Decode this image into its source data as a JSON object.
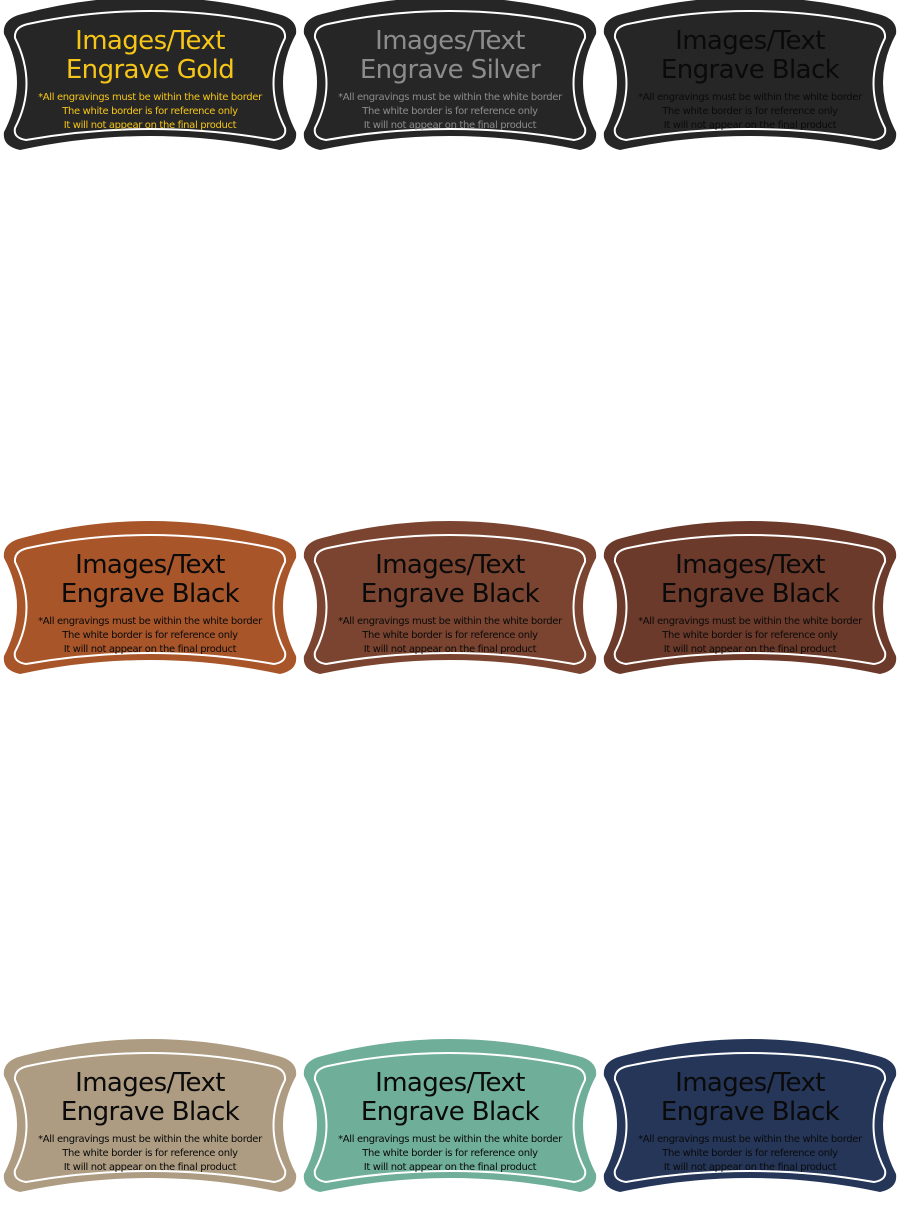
{
  "tags": [
    {
      "title_line1": "Images/Text",
      "title_line2": "Engrave Gold",
      "notes": [
        "*All engravings must be within the white border",
        "The white border is for reference only",
        "It will not appear on the final product"
      ],
      "fill": "#262626",
      "text_color": "#f5c518"
    },
    {
      "title_line1": "Images/Text",
      "title_line2": "Engrave Silver",
      "notes": [
        "*All engravings must be within the white border",
        "The white border is for reference only",
        "It will not appear on the final product"
      ],
      "fill": "#262626",
      "text_color": "#8c8c8c"
    },
    {
      "title_line1": "Images/Text",
      "title_line2": "Engrave Black",
      "notes": [
        "*All engravings must be within the white border",
        "The white border is for reference only",
        "It will not appear on the final product"
      ],
      "fill": "#262626",
      "text_color": "#0a0a0a"
    },
    {
      "title_line1": "Images/Text",
      "title_line2": "Engrave Black",
      "notes": [
        "*All engravings must be within the white border",
        "The white border is for reference only",
        "It will not appear on the final product"
      ],
      "fill": "#a8552a",
      "text_color": "#0a0a0a"
    },
    {
      "title_line1": "Images/Text",
      "title_line2": "Engrave Black",
      "notes": [
        "*All engravings must be within the white border",
        "The white border is for reference only",
        "It will not appear on the final product"
      ],
      "fill": "#7a4430",
      "text_color": "#0a0a0a"
    },
    {
      "title_line1": "Images/Text",
      "title_line2": "Engrave Black",
      "notes": [
        "*All engravings must be within the white border",
        "The white border is for reference only",
        "It will not appear on the final product"
      ],
      "fill": "#6c3a2a",
      "text_color": "#0a0a0a"
    },
    {
      "title_line1": "Images/Text",
      "title_line2": "Engrave Black",
      "notes": [
        "*All engravings must be within the white border",
        "The white border is for reference only",
        "It will not appear on the final product"
      ],
      "fill": "#ad9c82",
      "text_color": "#0a0a0a"
    },
    {
      "title_line1": "Images/Text",
      "title_line2": "Engrave Black",
      "notes": [
        "*All engravings must be within the white border",
        "The white border is for reference only",
        "It will not appear on the final product"
      ],
      "fill": "#6fae98",
      "text_color": "#0a0a0a"
    },
    {
      "title_line1": "Images/Text",
      "title_line2": "Engrave Black",
      "notes": [
        "*All engravings must be within the white border",
        "The white border is for reference only",
        "It will not appear on the final product"
      ],
      "fill": "#253659",
      "text_color": "#0a0a0a"
    }
  ],
  "border_color": "#ffffff"
}
